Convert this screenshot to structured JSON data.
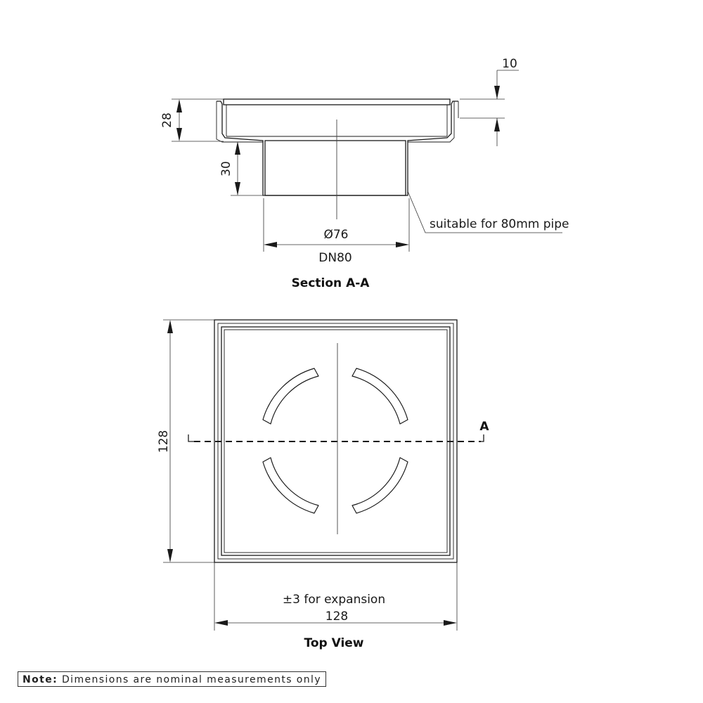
{
  "section": {
    "title": "Section A-A",
    "dim_height_total": "28",
    "dim_height_spigot": "30",
    "dim_rim": "10",
    "dim_diameter": "Ø76",
    "dim_dn": "DN80",
    "note_pipe": "suitable for 80mm pipe"
  },
  "top_view": {
    "title": "Top View",
    "dim_height": "128",
    "dim_width": "128",
    "expansion_sign": "±",
    "expansion_note": "3 for expansion",
    "cut_label": "A"
  },
  "footer": {
    "note_label": "Note:",
    "note_text": " Dimensions are nominal measurements only"
  }
}
